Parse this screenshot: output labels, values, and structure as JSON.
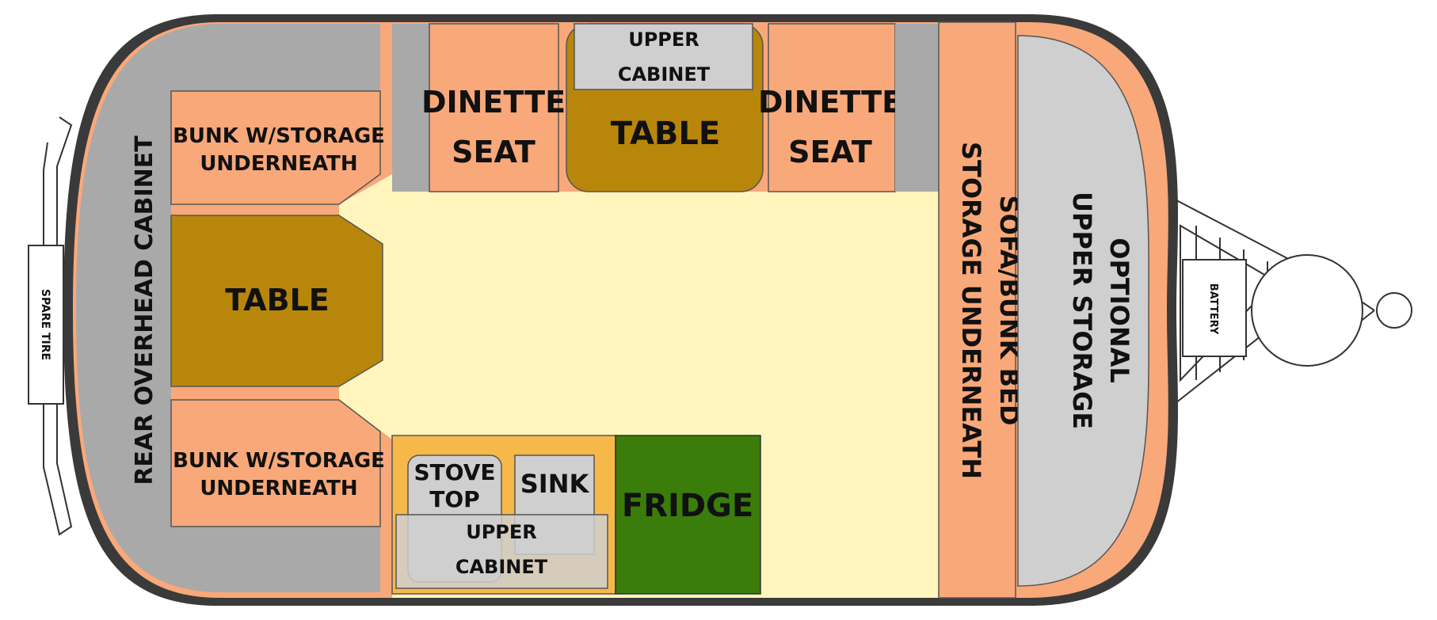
{
  "labels": {
    "spare_tire": "SPARE TIRE",
    "rear_cabinet": "REAR OVERHEAD CABINET",
    "bunk_top_line1": "BUNK W/STORAGE",
    "bunk_top_line2": "UNDERNEATH",
    "rear_table": "TABLE",
    "bunk_bottom_line1": "BUNK W/STORAGE",
    "bunk_bottom_line2": "UNDERNEATH",
    "dinette_left_line1": "DINETTE",
    "dinette_left_line2": "SEAT",
    "upper_cabinet_top_line1": "UPPER",
    "upper_cabinet_top_line2": "CABINET",
    "dinette_table": "TABLE",
    "dinette_right_line1": "DINETTE",
    "dinette_right_line2": "SEAT",
    "stove_line1": "STOVE",
    "stove_line2": "TOP",
    "sink": "SINK",
    "upper_cabinet_bottom_line1": "UPPER",
    "upper_cabinet_bottom_line2": "CABINET",
    "fridge": "FRIDGE",
    "sofa_line1": "SOFA/BUNK BED",
    "sofa_line2": "STORAGE UNDERNEATH",
    "optional_line1": "OPTIONAL",
    "optional_line2": "UPPER STORAGE",
    "battery": "BATTERY"
  },
  "colors": {
    "shell_outline": "#3a3a3a",
    "cabinet_gray": "#a9a9a9",
    "light_gray": "#cfcfcf",
    "bunk_salmon": "#f9a87a",
    "table_brown": "#b8860b",
    "floor_cream": "#fff5bd",
    "counter_orange": "#f7b84a",
    "fridge_green": "#3a7d0a",
    "white": "#ffffff"
  }
}
